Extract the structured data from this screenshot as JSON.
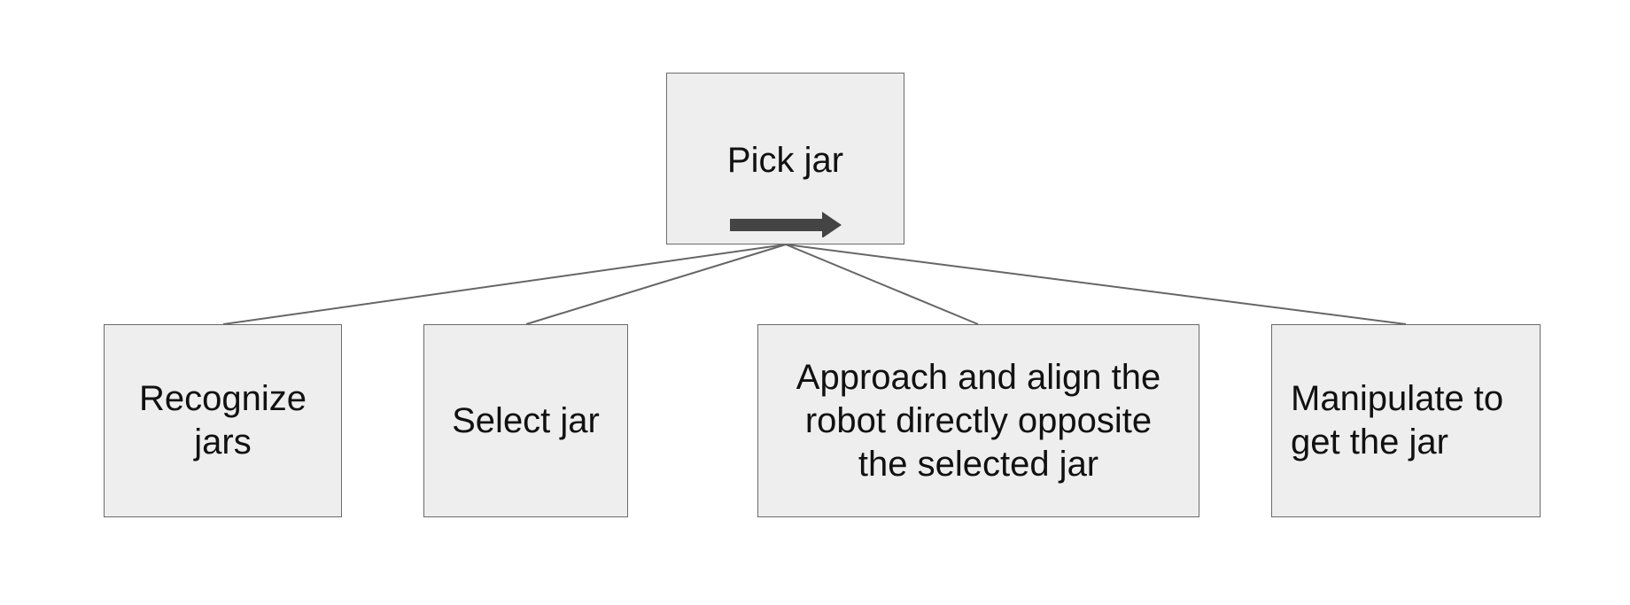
{
  "diagram": {
    "root": {
      "label": "Pick jar",
      "arrow_icon": "right-arrow-icon"
    },
    "children": [
      {
        "label": "Recognize\njars"
      },
      {
        "label": "Select jar"
      },
      {
        "label": "Approach and align the\nrobot directly opposite\nthe selected jar"
      },
      {
        "label": "Manipulate to\nget the jar"
      }
    ],
    "colors": {
      "node_fill": "#eeeeee",
      "node_border": "#6b6b6b",
      "connector": "#666666",
      "arrow": "#444444",
      "text": "#111111"
    }
  }
}
